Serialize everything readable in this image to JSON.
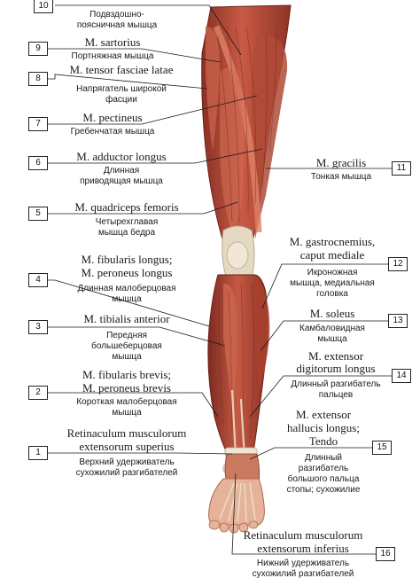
{
  "labels": [
    {
      "num": "10",
      "latin": [],
      "russian": [
        "Подвздошно-",
        "поясничная мышца"
      ]
    },
    {
      "num": "9",
      "latin": [
        "M. sartorius"
      ],
      "russian": [
        "Портняжная мышца"
      ]
    },
    {
      "num": "8",
      "latin": [
        "M. tensor fasciae latae"
      ],
      "russian": [
        "Напрягатель широкой",
        "фасции"
      ]
    },
    {
      "num": "7",
      "latin": [
        "M. pectineus"
      ],
      "russian": [
        "Гребенчатая мышца"
      ]
    },
    {
      "num": "6",
      "latin": [
        "M. adductor longus"
      ],
      "russian": [
        "Длинная",
        "приводящая мышца"
      ]
    },
    {
      "num": "5",
      "latin": [
        "M. quadriceps femoris"
      ],
      "russian": [
        "Четырехглавая",
        "мышца бедра"
      ]
    },
    {
      "num": "4",
      "latin": [
        "M. fibularis longus;",
        "M. peroneus longus"
      ],
      "russian": [
        "Длинная малоберцовая",
        "мышца"
      ]
    },
    {
      "num": "3",
      "latin": [
        "M. tibialis anterior"
      ],
      "russian": [
        "Передняя",
        "большеберцовая",
        "мышца"
      ]
    },
    {
      "num": "2",
      "latin": [
        "M. fibularis brevis;",
        "M. peroneus brevis"
      ],
      "russian": [
        "Короткая малоберцовая",
        "мышца"
      ]
    },
    {
      "num": "1",
      "latin": [
        "Retinaculum musculorum",
        "extensorum superius"
      ],
      "russian": [
        "Верхний удерживатель",
        "сухожилий разгибателей"
      ]
    },
    {
      "num": "11",
      "latin": [
        "M. gracilis"
      ],
      "russian": [
        "Тонкая мышца"
      ]
    },
    {
      "num": "12",
      "latin": [
        "M. gastrocnemius,",
        "caput mediale"
      ],
      "russian": [
        "Икроножная",
        "мышца, медиальная",
        "головка"
      ]
    },
    {
      "num": "13",
      "latin": [
        "M. soleus"
      ],
      "russian": [
        "Камбаловидная",
        "мышца"
      ]
    },
    {
      "num": "14",
      "latin": [
        "M. extensor",
        "digitorum longus"
      ],
      "russian": [
        "Длинный разгибатель",
        "пальцев"
      ]
    },
    {
      "num": "15",
      "latin": [
        "M. extensor",
        "hallucis longus;",
        "Tendo"
      ],
      "russian": [
        "Длинный",
        "разгибатель",
        "большого пальца",
        "стопы; сухожилие"
      ]
    },
    {
      "num": "16",
      "latin": [
        "Retinaculum musculorum",
        "extensorum inferius"
      ],
      "russian": [
        "Нижний удерживатель",
        "сухожилий разгибателей"
      ]
    }
  ],
  "colors": {
    "muscle": "#b84a3a",
    "muscle_dark": "#7e2a1f",
    "muscle_light": "#d9745f",
    "tendon": "#e8dcc8",
    "skin": "#e9b49a",
    "line": "#1a1a1a"
  }
}
